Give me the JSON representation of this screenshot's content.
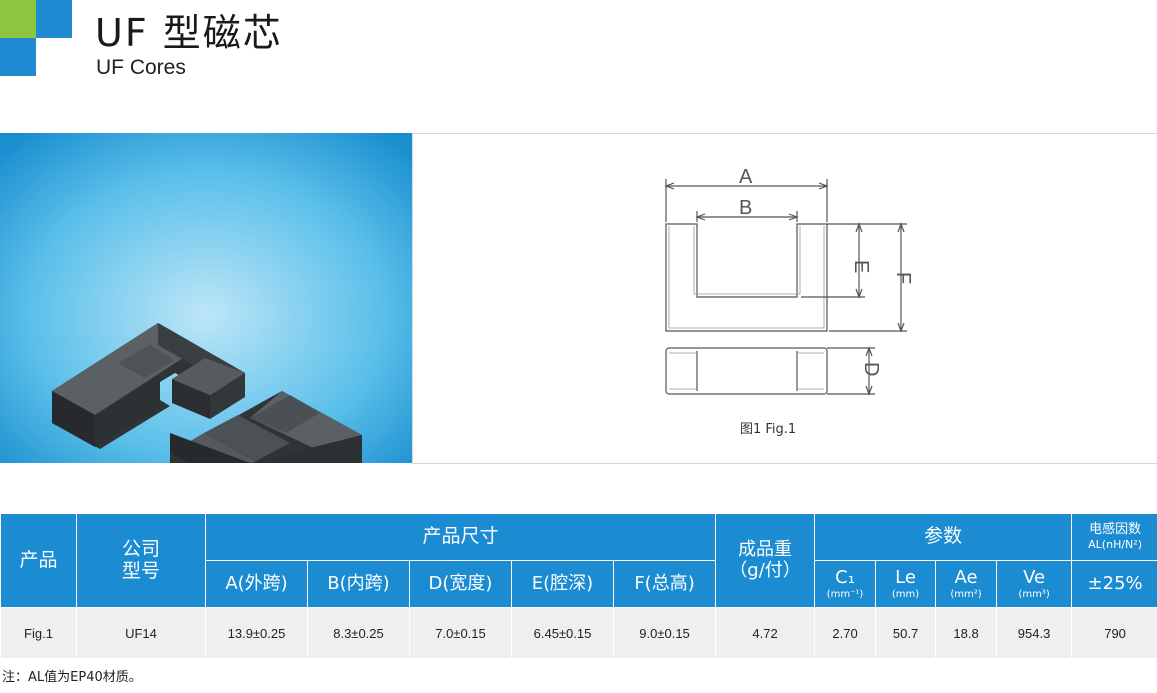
{
  "header": {
    "title_cn": "UF 型磁芯",
    "title_en": "UF Cores"
  },
  "colors": {
    "accent_blue": "#1b8bd2",
    "logo_green": "#8cc63f",
    "logo_blue": "#1f8ad1",
    "logo_light_blue": "#6fb6e8",
    "cell_gray": "#efefef"
  },
  "drawing": {
    "labels": {
      "a": "A",
      "b": "B",
      "e": "E",
      "f": "F",
      "d": "D"
    },
    "caption": "图1 Fig.1"
  },
  "table": {
    "headers": {
      "product": "产品",
      "company_model_1": "公司",
      "company_model_2": "型号",
      "dimensions": "产品尺寸",
      "weight_1": "成品重",
      "weight_2": "（g/付）",
      "params": "参数",
      "al_1": "电感因数",
      "al_2": "AL(nH/N²)",
      "dim_a": "A(外跨)",
      "dim_b": "B(内跨)",
      "dim_d": "D(宽度)",
      "dim_e": "E(腔深)",
      "dim_f": "F(总高)",
      "c1": "C₁",
      "c1_unit": "(mm⁻¹)",
      "le": "Le",
      "le_unit": "(mm)",
      "ae": "Ae",
      "ae_unit": "(mm²)",
      "ve": "Ve",
      "ve_unit": "(mm³)",
      "al_tol": "±25%"
    },
    "rows": [
      {
        "product": "Fig.1",
        "model": "UF14",
        "a": "13.9±0.25",
        "b": "8.3±0.25",
        "d": "7.0±0.15",
        "e": "6.45±0.15",
        "f": "9.0±0.15",
        "weight": "4.72",
        "c1": "2.70",
        "le": "50.7",
        "ae": "18.8",
        "ve": "954.3",
        "al": "790"
      }
    ]
  },
  "note": "注：AL值为EP40材质。"
}
